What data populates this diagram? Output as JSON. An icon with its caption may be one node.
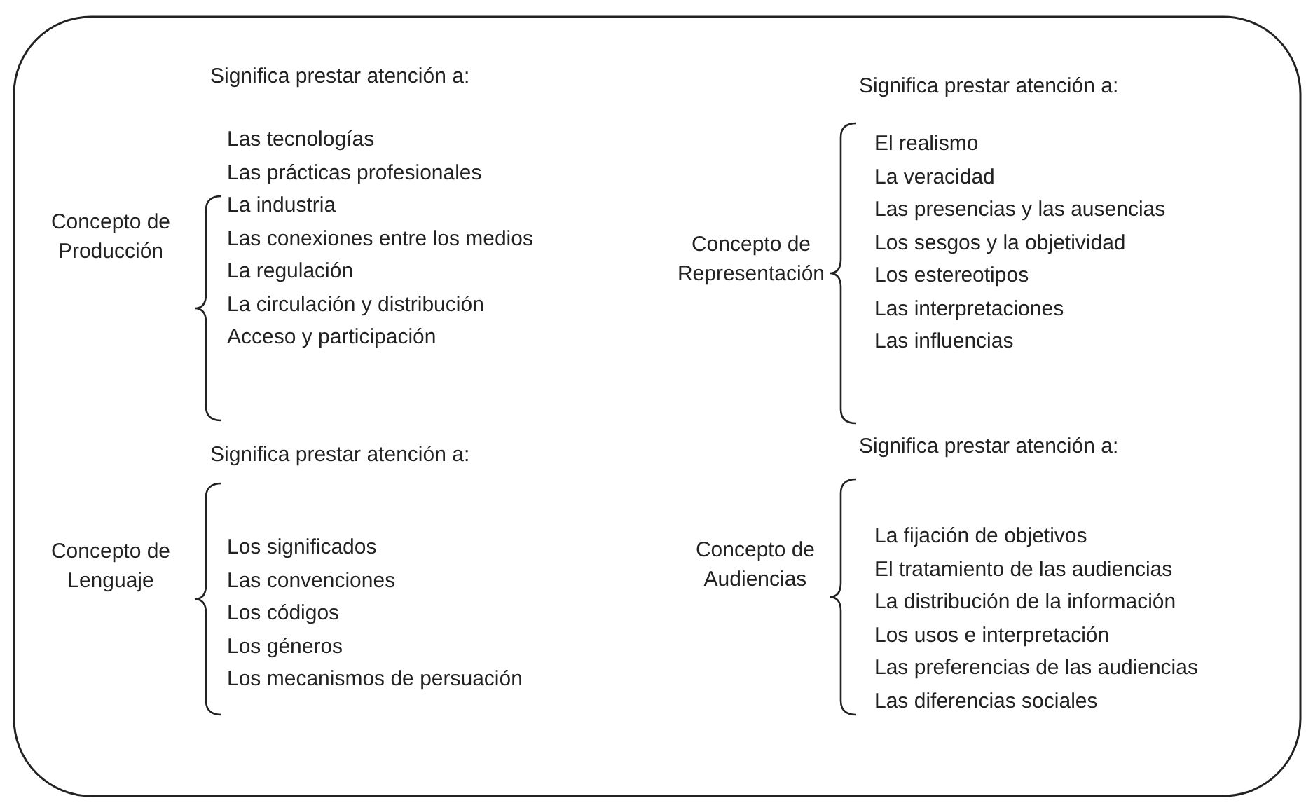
{
  "diagram": {
    "labels": [
      "Significa prestar atención a:",
      "Concepto de Producción",
      "Las tecnologías",
      "Las prácticas profesionales",
      "La industria",
      "Las conexiones entre los medios",
      "La regulación",
      "La circulación y distribución",
      "Acceso y participación",
      "Significa prestar atención a:",
      "Concepto de Representación",
      "El realismo",
      "La veracidad",
      "Las presencias y las ausencias",
      "Los sesgos y la objetividad",
      "Los estereotipos",
      "Las interpretaciones",
      "Las influencias",
      "Significa prestar atención a:",
      "Concepto de Lenguaje",
      "Los significados",
      "Las convenciones",
      "Los códigos",
      "Los géneros",
      "Los mecanismos de persuación",
      "Significa prestar atención a:",
      "Concepto de Audiencias",
      "La fijación de objetivos",
      "El tratamiento de las audiencias",
      "La distribución de la información",
      "Los usos e interpretación",
      "Las preferencias de las audiencias",
      "Las diferencias sociales"
    ]
  }
}
